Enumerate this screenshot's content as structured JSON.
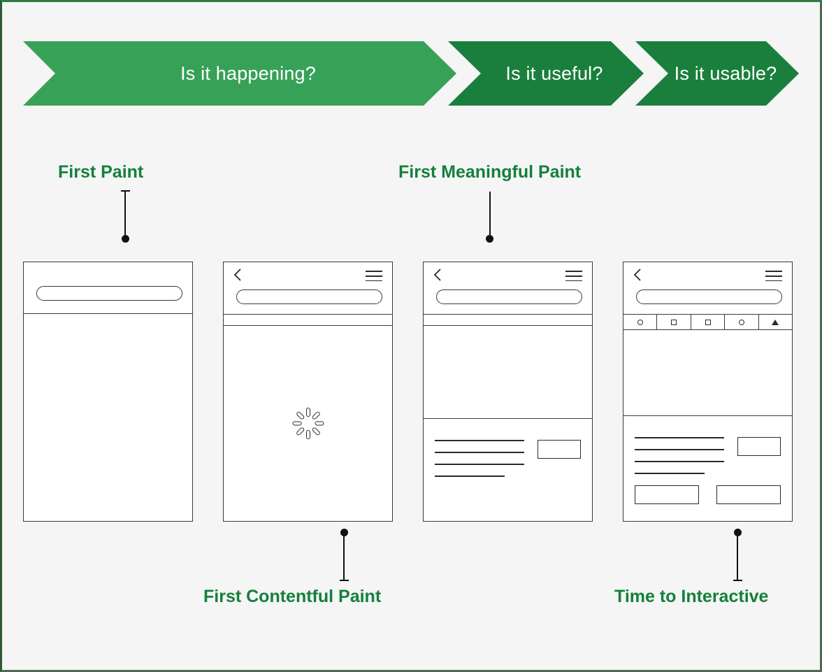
{
  "banner": {
    "segments": [
      {
        "label": "Is it happening?",
        "color": "#37a158"
      },
      {
        "label": "Is it useful?",
        "color": "#1a7f3c"
      },
      {
        "label": "Is it usable?",
        "color": "#1a7f3c"
      }
    ]
  },
  "metrics": {
    "accent_color": "#14803c",
    "top": [
      {
        "label": "First Paint"
      },
      {
        "label": "First Meaningful Paint"
      }
    ],
    "bottom": [
      {
        "label": "First Contentful Paint"
      },
      {
        "label": "Time to Interactive"
      }
    ]
  },
  "phones": [
    {
      "name": "first-paint-frame",
      "has_nav_icons": false,
      "has_strip": false,
      "has_toolbar": false,
      "has_spinner": false,
      "has_content": false,
      "has_buttons": false
    },
    {
      "name": "first-contentful-paint-frame",
      "has_nav_icons": true,
      "has_strip": true,
      "has_toolbar": false,
      "has_spinner": true,
      "has_content": false,
      "has_buttons": false
    },
    {
      "name": "first-meaningful-paint-frame",
      "has_nav_icons": true,
      "has_strip": true,
      "has_toolbar": false,
      "has_spinner": false,
      "has_content": true,
      "has_buttons": false
    },
    {
      "name": "time-to-interactive-frame",
      "has_nav_icons": true,
      "has_strip": false,
      "has_toolbar": true,
      "has_spinner": false,
      "has_content": true,
      "has_buttons": true
    }
  ],
  "toolbar_icons": [
    "circle",
    "square",
    "square",
    "circle",
    "triangle"
  ],
  "background_color": "#f5f5f5",
  "stroke_color": "#3a3a3a"
}
